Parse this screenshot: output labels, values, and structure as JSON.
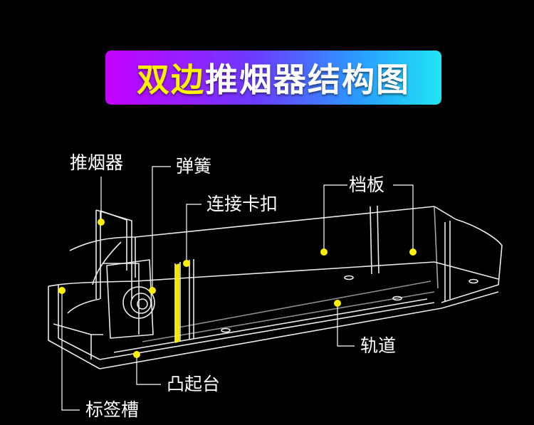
{
  "title": {
    "highlight": "双边",
    "rest": "推烟器结构图"
  },
  "labels": {
    "pusher": "推烟器",
    "spring": "弹簧",
    "clip": "连接卡扣",
    "baffle": "档板",
    "rail": "轨道",
    "raised_platform": "凸起台",
    "label_slot": "标签槽"
  },
  "colors": {
    "marker": "#fff200",
    "line": "#ffffff",
    "background": "#000000"
  }
}
